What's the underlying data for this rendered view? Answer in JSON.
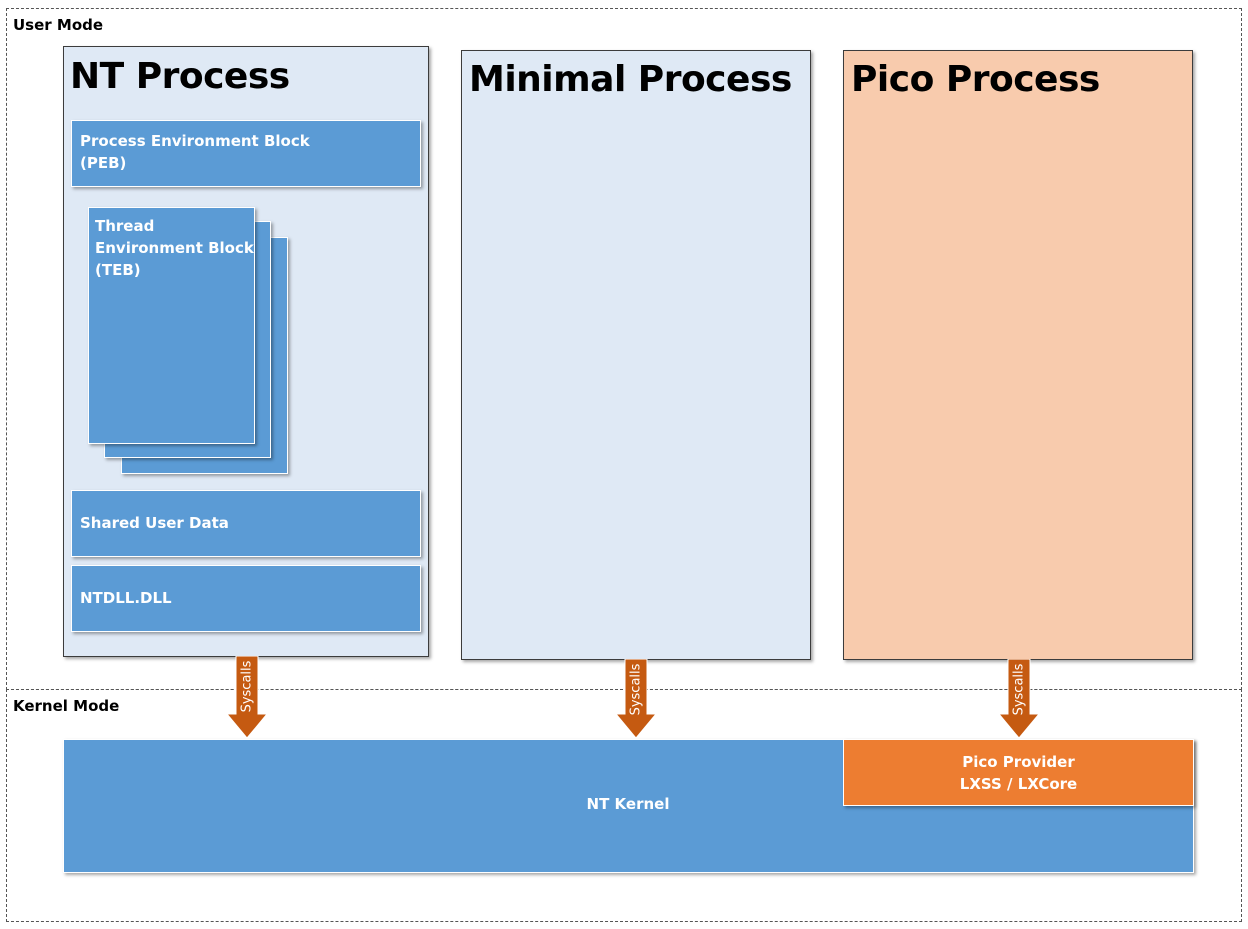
{
  "modes": {
    "user": "User Mode",
    "kernel": "Kernel Mode"
  },
  "processes": {
    "nt": {
      "title": "NT Process",
      "peb": [
        "Process Environment Block",
        "(PEB)"
      ],
      "teb": [
        "Thread",
        "Environment Block",
        "(TEB)"
      ],
      "shared_user_data": "Shared User Data",
      "ntdll": "NTDLL.DLL"
    },
    "minimal": {
      "title": "Minimal Process"
    },
    "pico": {
      "title": "Pico Process"
    }
  },
  "syscalls": [
    "Syscalls",
    "Syscalls",
    "Syscalls"
  ],
  "kernel": {
    "nt_kernel": "NT Kernel",
    "pico_provider": [
      "Pico Provider",
      "LXSS / LXCore"
    ]
  },
  "colors": {
    "block_blue": "#5b9bd5",
    "light_blue": "#dfe9f5",
    "pico_peach": "#f8cbad",
    "provider_orange": "#ed7d31",
    "arrow_fill": "#c55a11"
  }
}
